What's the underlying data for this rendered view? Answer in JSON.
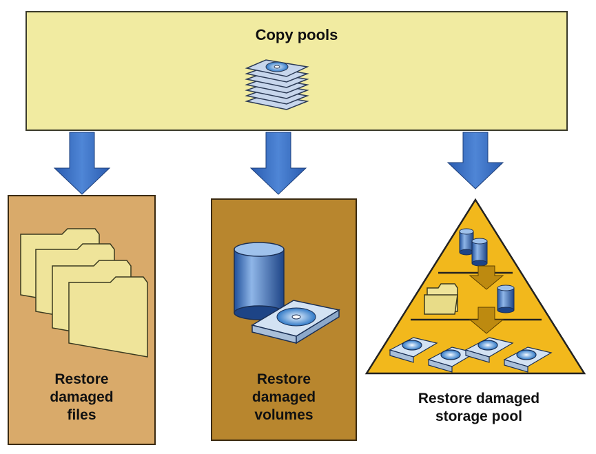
{
  "source": {
    "title": "Copy pools",
    "icon": "tape-stack-icon"
  },
  "targets": [
    {
      "label": "Restore\ndamaged\nfiles",
      "icon": "file-folders-icon",
      "color": "#d9aa6a"
    },
    {
      "label": "Restore\ndamaged\nvolumes",
      "icon": "disk-volume-icon",
      "color": "#b8862e"
    },
    {
      "label": "Restore damaged\nstorage pool",
      "icon": "storage-pyramid-icon",
      "color": "#f2b81c"
    }
  ],
  "colors": {
    "source_box": "#f1eba1",
    "arrow": "#3b6fc4"
  }
}
